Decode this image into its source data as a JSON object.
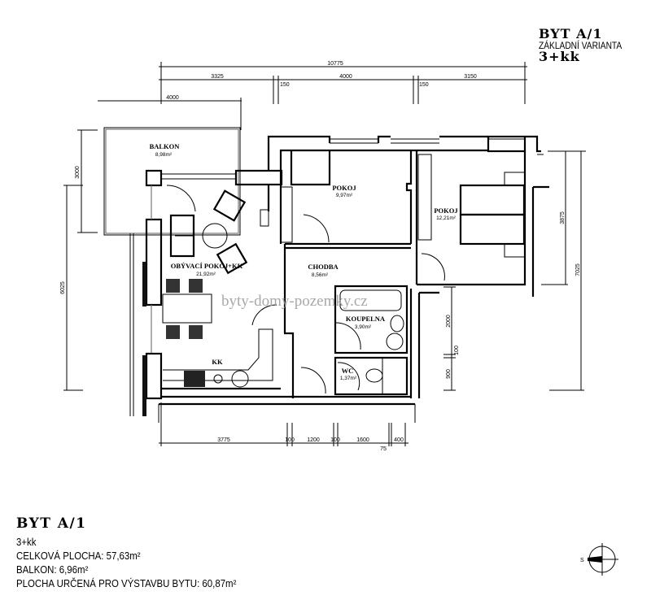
{
  "title_block": {
    "heading": "BYT A/1",
    "variant": "ZÁKLADNÍ VARIANTA",
    "layout": "3+kk"
  },
  "dimensions": {
    "top_total": "10775",
    "top_segments": [
      "3325",
      "150",
      "4000",
      "150",
      "3150"
    ],
    "balcony_width": "4000",
    "left_balcony": "3000",
    "left_total": "6025",
    "right_upper": "3875",
    "right_total": "7025",
    "right_window": [
      "2000",
      "100",
      "900"
    ],
    "bottom_segments": [
      "3775",
      "100",
      "1200",
      "100",
      "1600",
      "75",
      "400"
    ]
  },
  "rooms": {
    "balkon": {
      "name": "BALKON",
      "area": "8,98m²"
    },
    "obyvaci": {
      "name": "OBÝVACÍ POKOJ+KK",
      "area": "21,92m²"
    },
    "kk": {
      "name": "KK"
    },
    "pokoj1": {
      "name": "POKOJ",
      "area": "9,97m²"
    },
    "pokoj2": {
      "name": "POKOJ",
      "area": "12,21m²"
    },
    "chodba": {
      "name": "CHODBA",
      "area": "8,56m²"
    },
    "koupelna": {
      "name": "KOUPELNA",
      "area": "3,90m²"
    },
    "wc": {
      "name": "WC",
      "area": "1,37m²"
    }
  },
  "watermark": "byty-domy-pozemky.cz",
  "compass": {
    "label": "S"
  },
  "info": {
    "heading": "BYT A/1",
    "layout": "3+kk",
    "total_area": "CELKOVÁ PLOCHA: 57,63m²",
    "balcony": "BALKON: 6,96m²",
    "build_area": "PLOCHA URČENÁ PRO VÝSTAVBU BYTU: 60,87m²"
  }
}
